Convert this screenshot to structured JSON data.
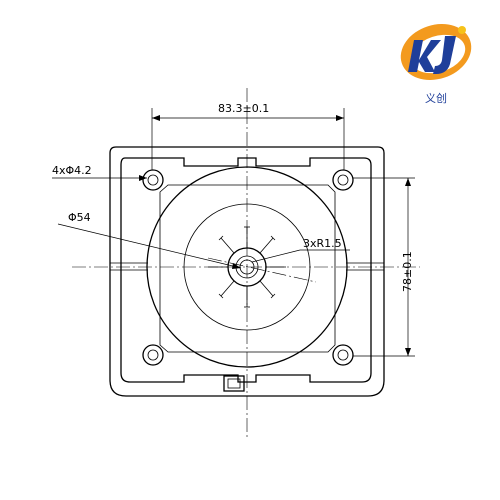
{
  "logo": {
    "mark_letters": "KJ",
    "name": "义创",
    "colors": {
      "orange": "#f39a1e",
      "blue": "#1f3f9a",
      "yellow": "#f6c21a"
    }
  },
  "dimensions": {
    "width": "83.3±0.1",
    "height": "78±0.1",
    "holes": "4xΦ4.2",
    "diameter": "Φ54",
    "radius": "3xR1.5"
  }
}
